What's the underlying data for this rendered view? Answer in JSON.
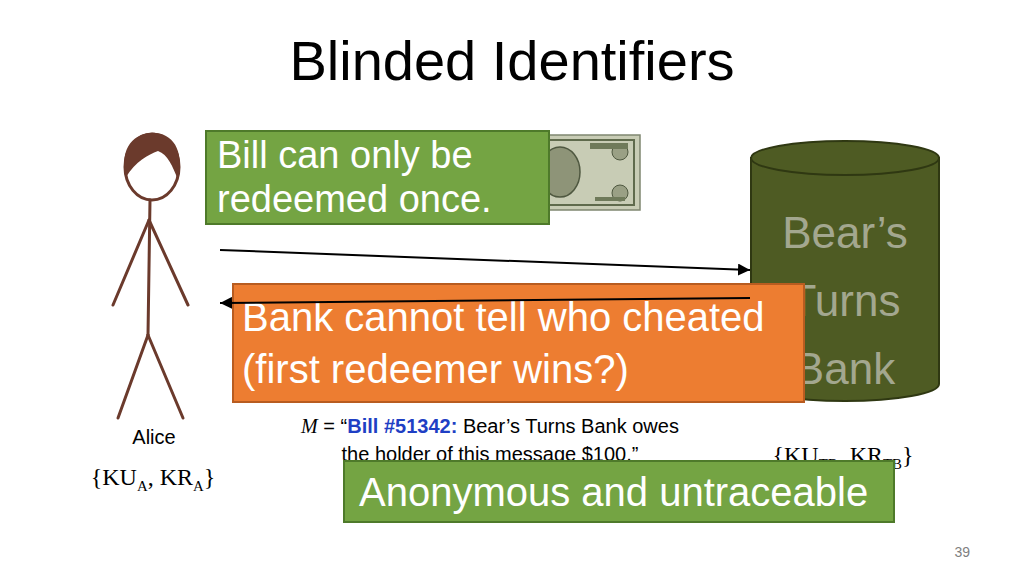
{
  "diagram": {
    "title": "Blinded Identifiers",
    "nodes": [
      {
        "text": [
          "Alice"
        ]
      },
      {
        "text": [
          "Bill can only be redeemed once."
        ]
      },
      {
        "text": [
          "Bear’s Turns Bank"
        ]
      },
      {
        "text": [
          "Bank cannot tell who cheated (first redeemer wins?)"
        ]
      },
      {
        "text": [
          "Anonymous and untraceable"
        ]
      }
    ],
    "edges": [
      {
        "from": 0,
        "to": 2,
        "arrow": "to"
      },
      {
        "from": 2,
        "to": 0,
        "arrow": "to"
      }
    ],
    "labels": [
      "M",
      "= “",
      "Bill #51342:",
      "Bear’s Turns Bank owes the holder of this message $100.”",
      "{KU",
      "A",
      ", KR",
      "A",
      "}",
      "{KU",
      "TB",
      ", KR",
      "TB",
      "}",
      "39"
    ]
  }
}
